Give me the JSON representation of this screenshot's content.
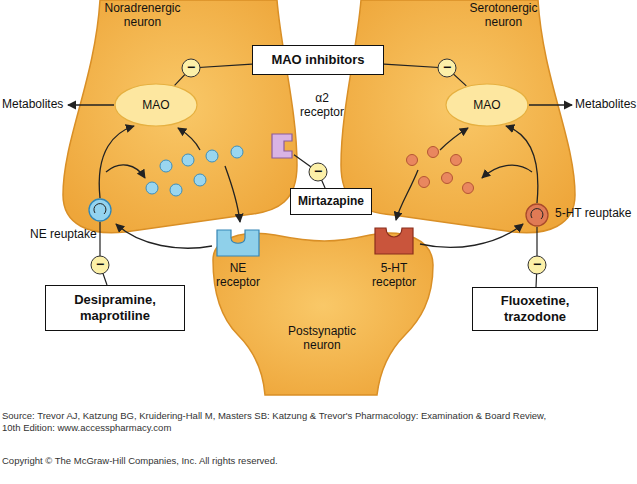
{
  "diagram": {
    "nodes": [
      {
        "text": [
          "Noradrenergic neuron"
        ]
      },
      {
        "text": [
          "MAO"
        ],
        "in": 0
      },
      {
        "text": [
          "MAO inhibitors"
        ]
      },
      {
        "text": [
          "Serotonergic neuron"
        ]
      },
      {
        "text": [
          "MAO"
        ],
        "in": 3
      },
      {
        "text": [
          "α2 receptor"
        ]
      },
      {
        "text": [
          "Mirtazapine"
        ]
      },
      {
        "text": [
          "NE reuptake"
        ],
        "in": 0
      },
      {
        "text": [
          "5-HT reuptake"
        ],
        "in": 3
      },
      {
        "text": [
          "Postsynaptic neuron"
        ]
      },
      {
        "text": [
          "NE receptor"
        ],
        "in": 9
      },
      {
        "text": [
          "5-HT receptor"
        ],
        "in": 9
      },
      {
        "text": [
          "Desipramine, maprotiline"
        ]
      },
      {
        "text": [
          "Fluoxetine, trazodone"
        ]
      }
    ],
    "edges": [
      {
        "from": 2,
        "to": 1,
        "arrow": "none"
      },
      {
        "from": 2,
        "to": 4,
        "arrow": "none"
      },
      {
        "from": 6,
        "to": 5,
        "arrow": "none"
      },
      {
        "from": 12,
        "to": 7,
        "arrow": "none"
      },
      {
        "from": 13,
        "to": 8,
        "arrow": "none"
      }
    ],
    "labels": [
      "Metabolites",
      "Metabolites",
      "−",
      "−",
      "−",
      "−",
      "−",
      "Source: Trevor AJ, Katzung BG, Kruidering-Hall M, Masters SB: Katzung & Trevor's Pharmacology: Examination & Board Review, 10th Edition: www.accesspharmacy.com",
      "Copyright © The McGraw-Hill Companies, Inc. All rights reserved."
    ]
  }
}
